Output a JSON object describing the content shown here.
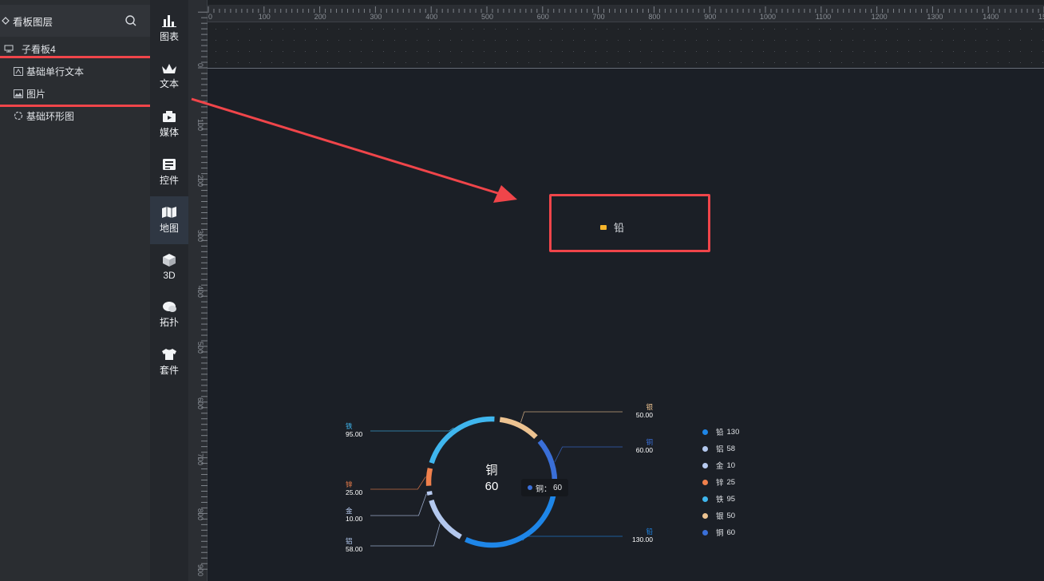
{
  "layer_panel": {
    "title": "看板图层",
    "items": [
      {
        "label": "子看板4",
        "icon": "monitor-icon"
      },
      {
        "label": "基础单行文本",
        "icon": "text-box-icon"
      },
      {
        "label": "图片",
        "icon": "image-icon"
      },
      {
        "label": "基础环形图",
        "icon": "ring-chart-icon"
      }
    ]
  },
  "component_bar": {
    "items": [
      {
        "label": "图表",
        "icon": "bar-chart-icon"
      },
      {
        "label": "文本",
        "icon": "crown-icon"
      },
      {
        "label": "媒体",
        "icon": "media-icon"
      },
      {
        "label": "控件",
        "icon": "widget-icon"
      },
      {
        "label": "地图",
        "icon": "map-icon"
      },
      {
        "label": "3D",
        "icon": "cube-icon"
      },
      {
        "label": "拓扑",
        "icon": "topology-icon"
      },
      {
        "label": "套件",
        "icon": "shirt-icon"
      }
    ]
  },
  "rulers": {
    "horizontal": [
      "0",
      "100",
      "200",
      "300",
      "400",
      "500",
      "600",
      "700",
      "800",
      "900",
      "1000",
      "1100",
      "1200",
      "1300",
      "1400",
      "15"
    ],
    "vertical": [
      "0",
      "100",
      "200",
      "300",
      "400",
      "500",
      "600",
      "700",
      "800",
      "900"
    ]
  },
  "legend_card": {
    "label": "铅",
    "color": "#f6b52b"
  },
  "chart_data": {
    "type": "pie",
    "variant": "donut",
    "categories": [
      "铅",
      "铝",
      "金",
      "锌",
      "铁",
      "银",
      "铜"
    ],
    "values": [
      130,
      58,
      10,
      25,
      95,
      50,
      60
    ],
    "colors": [
      "#1e86e8",
      "#b3c8ee",
      "#b8cbf0",
      "#f0804c",
      "#3fb6ee",
      "#edc391",
      "#3a6fd8"
    ],
    "value_labels": [
      "130.00",
      "58.00",
      "10.00",
      "25.00",
      "95.00",
      "50.00",
      "60.00"
    ],
    "center": {
      "name": "铜",
      "value": "60"
    },
    "tooltip": {
      "text": "铜：",
      "value": "60"
    },
    "legend": {
      "placement": "right"
    }
  }
}
